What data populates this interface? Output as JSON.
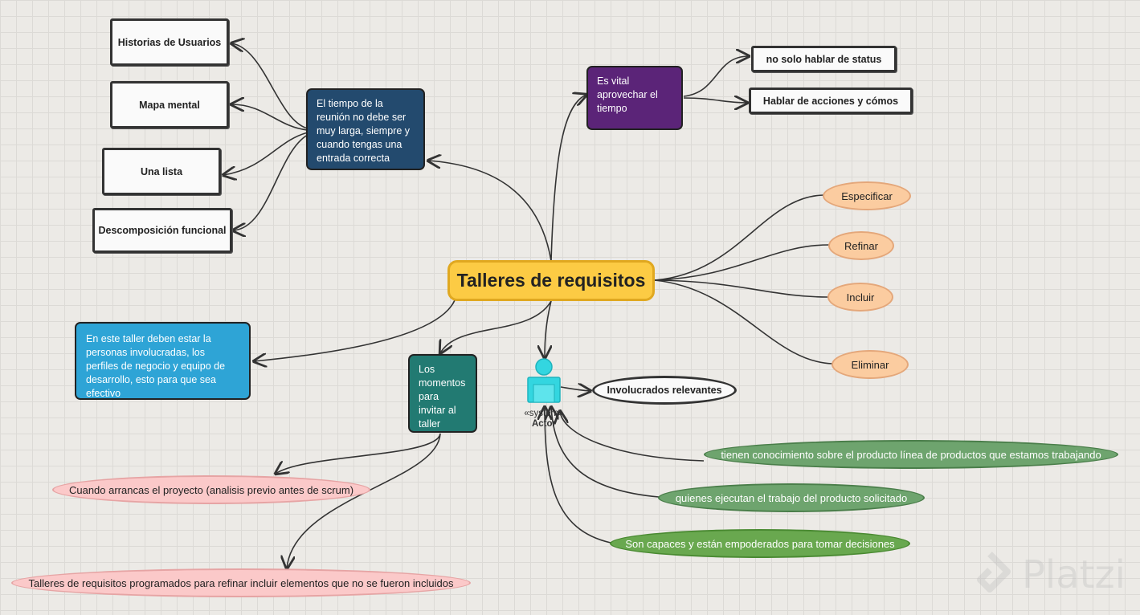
{
  "title": "Talleres de requisitos",
  "left_tree": {
    "callout": "El tiempo de la reunión no debe ser muy larga, siempre y cuando tengas una entrada correcta",
    "items": [
      "Historias de Usuarios",
      "Mapa mental",
      "Una lista",
      "Descomposición funcional"
    ]
  },
  "top_right": {
    "callout": "Es vital aprovechar el tiempo",
    "items": [
      "no solo hablar de status",
      "Hablar de acciones y cómos"
    ]
  },
  "right_items": [
    "Especificar",
    "Refinar",
    "Incluir",
    "Eliminar"
  ],
  "participants_callout": "En este taller deben estar la personas involucradas, los perfiles de negocio y equipo de desarrollo, esto para que sea efectivo",
  "moments": {
    "callout": "Los momentos para invitar al taller",
    "items": [
      "Cuando arrancas el proyecto (analisis previo antes de scrum)",
      "Talleres de requisitos programados para refinar incluir elementos que no se fueron incluidos"
    ]
  },
  "actor": {
    "stereotype": "«system»",
    "label": "Actor",
    "relevant": "Involucrados relevantes",
    "traits": [
      "tienen conocimiento sobre el producto línea de productos que estamos trabajando",
      "quienes ejecutan el trabajo del producto solicitado",
      "Son capaces y están empoderados para tomar decisiones"
    ]
  },
  "watermark": "Platzi",
  "colors": {
    "title": "#fccb44",
    "navy": "#234a6e",
    "purple": "#5b2478",
    "blue": "#2ea4d6",
    "teal": "#227a72",
    "actor": "#33d6e0"
  }
}
